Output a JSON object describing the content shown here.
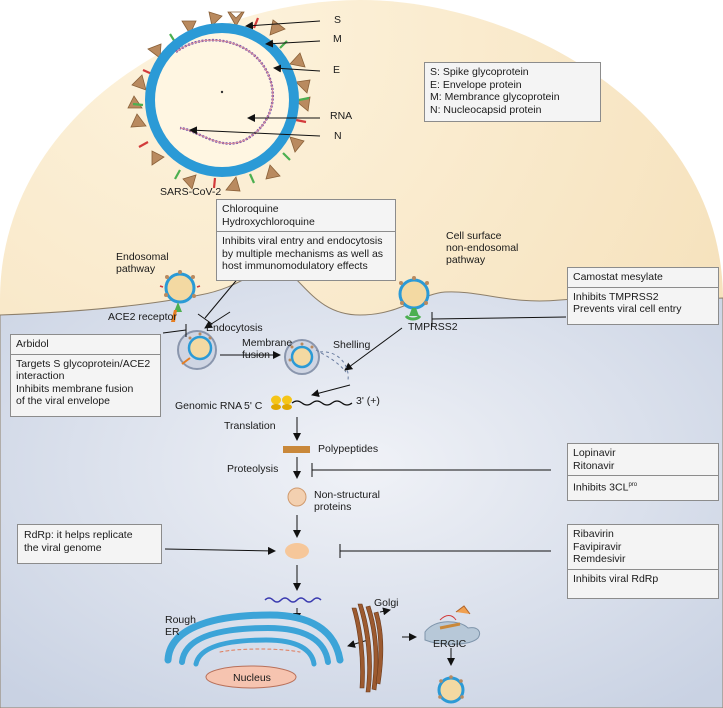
{
  "virus": {
    "name": "SARS-CoV-2",
    "labels": {
      "S": "S",
      "M": "M",
      "E": "E",
      "RNA": "RNA",
      "N": "N"
    }
  },
  "legend": {
    "lines": [
      "S: Spike glycoprotein",
      "E: Envelope protein",
      "M: Membrance glycoprotein",
      "N: Nucleocapsid protein"
    ]
  },
  "drugs": {
    "chloroquine": {
      "names": [
        "Chloroquine",
        "Hydroxychloroquine"
      ],
      "effect": [
        "Inhibits viral entry and endocytosis",
        "by multiple mechanisms as well as",
        "host immunomodulatory effects"
      ]
    },
    "camostat": {
      "names": [
        "Camostat mesylate"
      ],
      "effect": [
        "Inhibits TMPRSS2",
        "Prevents viral cell entry"
      ]
    },
    "arbidol": {
      "names": [
        "Arbidol"
      ],
      "effect": [
        "Targets S glycoprotein/ACE2",
        "interaction",
        "Inhibits membrane fusion",
        "of the viral envelope"
      ]
    },
    "lopinavir": {
      "names": [
        "Lopinavir",
        "Ritonavir"
      ],
      "effect_prefix": "Inhibits 3CL",
      "effect_sup": "pro"
    },
    "ribavirin": {
      "names": [
        "Ribavirin",
        "Favipiravir",
        "Remdesivir"
      ],
      "effect": [
        "Inhibits viral RdRp"
      ]
    }
  },
  "rdrp_note": [
    "RdRp: it helps replicate",
    "the viral genome"
  ],
  "cell_labels": {
    "endosomal_pathway": [
      "Endosomal",
      "pathway"
    ],
    "cell_surface_pathway": [
      "Cell  surface",
      "non-endosomal",
      "pathway"
    ],
    "ace2_receptor": "ACE2 receptor",
    "endocytosis": "Endocytosis",
    "membrane_fusion": [
      "Membrane",
      "fusion"
    ],
    "shelling": "Shelling",
    "tmprss2": "TMPRSS2",
    "genomic_rna": "Genomic  RNA",
    "five_prime": "5' C",
    "three_prime": "3' (+)",
    "translation": "Translation",
    "polypeptides": "Polypeptides",
    "proteolysis": "Proteolysis",
    "non_structural": [
      "Non-structural",
      "proteins"
    ],
    "rough_er": [
      "Rough",
      "ER"
    ],
    "golgi": "Golgi",
    "ergic": "ERGIC",
    "nucleus": "Nucleus"
  },
  "colors": {
    "extracellular": "#fbf1de",
    "cytoplasm": "#dfe4ef",
    "envelope": "#2b9ad6",
    "virus_core": "#fff6e2",
    "spike": "#b98a5f",
    "er": "#3ca4d8",
    "golgi": "#9c5a30",
    "nucleus": "#f6c4b0"
  }
}
